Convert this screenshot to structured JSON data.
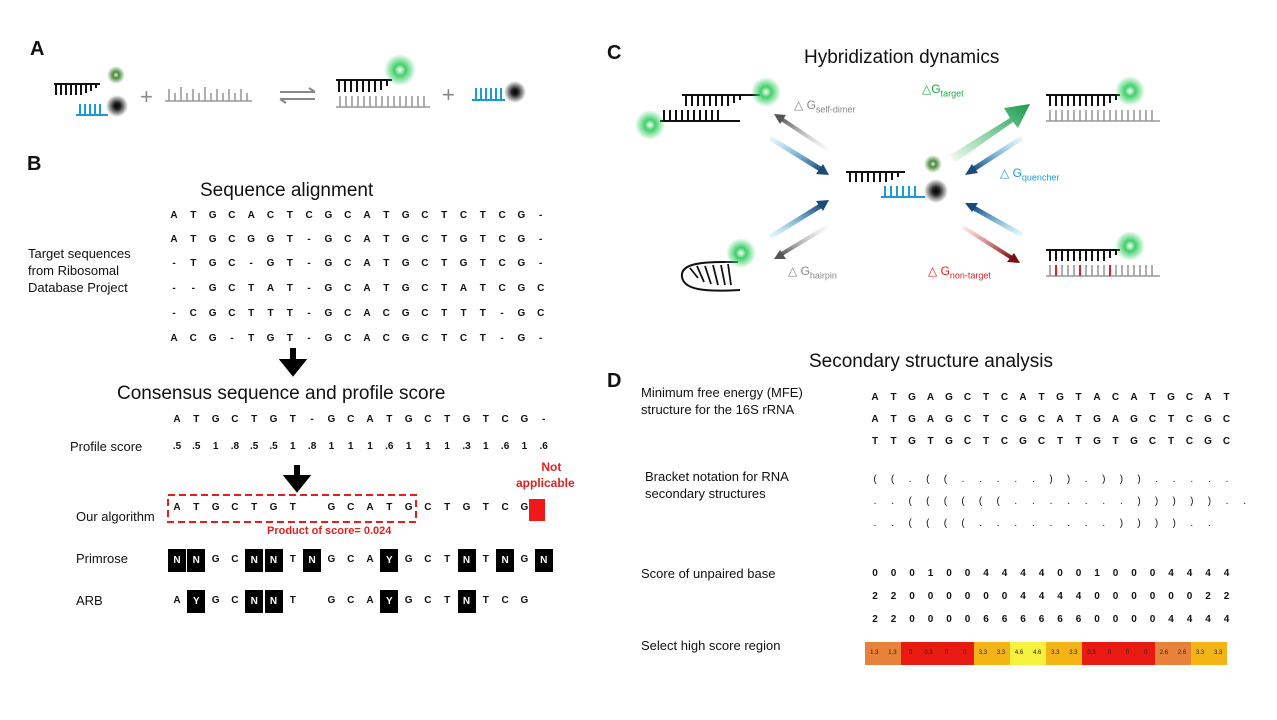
{
  "panels": {
    "a": "A",
    "b": "B",
    "c": "C",
    "d": "D"
  },
  "b": {
    "alignment_title": "Sequence alignment",
    "target_label": [
      "Target sequences",
      "from Ribosomal",
      "Database Project"
    ],
    "alignment_rows": [
      "ATGCACTCGCATGCTCTCG-",
      "ATGCGGT-GCATGCTGTCG-",
      "-TGC-GT-GCATGCTGTCG-",
      "--GCTAT-GCATGCTATCGC",
      "-CGCTTT-GCACGCTTT-GC",
      "ACG-TGT-GCACGCTCT-G-"
    ],
    "consensus_title": "Consensus sequence and profile score",
    "consensus_row": "ATGCTGT-GCATGCTGTCG-",
    "profile_label": "Profile score",
    "profile_scores": [
      ".5",
      ".5",
      "1",
      ".8",
      ".5",
      ".5",
      "1",
      ".8",
      "1",
      "1",
      "1",
      ".6",
      "1",
      "1",
      "1",
      ".3",
      "1",
      ".6",
      "1",
      ".6"
    ],
    "algorithm_label": "Our algorithm",
    "algorithm_row": "ATGCTGT GCATGCTGTCG",
    "product_text": "Product of score= 0.024",
    "not_applicable": [
      "Not",
      "applicable"
    ],
    "primrose_label": "Primrose",
    "primrose_row": "NNGCNNTNGCAYGCTNTNGN",
    "arb_label": "ARB",
    "arb_row": "AYGCNNT GCAYGCTNTCG"
  },
  "c": {
    "title": "Hybridization dynamics",
    "dg_self_dimer": {
      "sym": "△ G",
      "sub": "self-dimer"
    },
    "dg_target": {
      "sym": "△G",
      "sub": "target"
    },
    "dg_quencher": {
      "sym": "△ G",
      "sub": "quencher"
    },
    "dg_hairpin": {
      "sym": "△ G",
      "sub": "hairpin"
    },
    "dg_non_target": {
      "sym": "△ G",
      "sub": "non-target"
    }
  },
  "d": {
    "title": "Secondary structure analysis",
    "mfe_label": [
      "Minimum free energy (MFE)",
      "structure for the 16S rRNA"
    ],
    "mfe_rows": [
      "ATGAGCTCATGTACATGCAT",
      "ATGAGCTCGCATGAGCTCGC",
      "TTGTGCTCGCTTGTGCTCGC"
    ],
    "bracket_label": [
      "Bracket notation for RNA",
      "secondary structures"
    ],
    "bracket_rows": [
      "((.((.....)).))).....",
      "..((((((.......)))))..",
      "..((((........)))).."
    ],
    "unpaired_label": "Score of unpaired base",
    "unpaired_rows": [
      "00010044440010004444",
      "22000000444400000022",
      "22000066666600004444"
    ],
    "select_label": "Select high score region",
    "heat_values": [
      "1.3",
      "1.3",
      "0",
      "0.3",
      "0",
      "0",
      "3.3",
      "3.3",
      "4.6",
      "4.6",
      "3.3",
      "3.3",
      "0.3",
      "0",
      "0",
      "0",
      "2.6",
      "2.6",
      "3.3",
      "3.3"
    ],
    "heat_colors": [
      "#e8823a",
      "#e8823a",
      "#e81a12",
      "#e81a12",
      "#e81a12",
      "#e81a12",
      "#f5b416",
      "#f5b416",
      "#f6f13c",
      "#f6f13c",
      "#f5b416",
      "#f5b416",
      "#e81a12",
      "#e81a12",
      "#e81a12",
      "#e81a12",
      "#e8823a",
      "#e8823a",
      "#f5b416",
      "#f5b416"
    ]
  },
  "colors": {
    "cyan": "#1a9ad6",
    "green": "#1aab4a",
    "red": "#e02020",
    "gray": "#a0a0a0"
  }
}
